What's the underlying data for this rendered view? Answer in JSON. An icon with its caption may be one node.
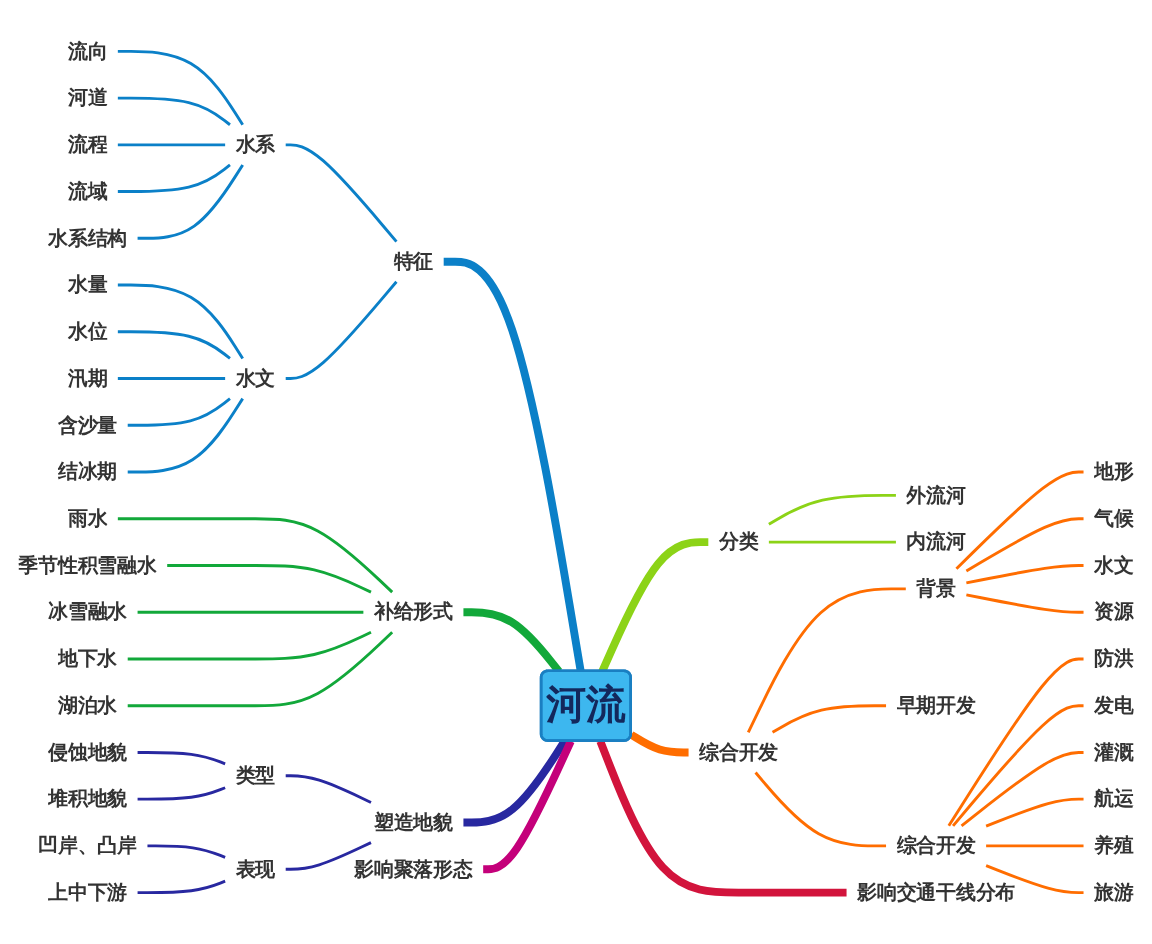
{
  "diagram": {
    "nodes": [
      {
        "text": [
          "河流"
        ]
      },
      {
        "text": [
          "特征"
        ]
      },
      {
        "text": [
          "水系"
        ]
      },
      {
        "text": [
          "流向"
        ]
      },
      {
        "text": [
          "河道"
        ]
      },
      {
        "text": [
          "流程"
        ]
      },
      {
        "text": [
          "流域"
        ]
      },
      {
        "text": [
          "水系结构"
        ]
      },
      {
        "text": [
          "水文"
        ]
      },
      {
        "text": [
          "水量"
        ]
      },
      {
        "text": [
          "水位"
        ]
      },
      {
        "text": [
          "汛期"
        ]
      },
      {
        "text": [
          "含沙量"
        ]
      },
      {
        "text": [
          "结冰期"
        ]
      },
      {
        "text": [
          "分类"
        ]
      },
      {
        "text": [
          "外流河"
        ]
      },
      {
        "text": [
          "内流河"
        ]
      },
      {
        "text": [
          "综合开发"
        ]
      },
      {
        "text": [
          "背景"
        ]
      },
      {
        "text": [
          "地形"
        ]
      },
      {
        "text": [
          "气候"
        ]
      },
      {
        "text": [
          "水文"
        ]
      },
      {
        "text": [
          "资源"
        ]
      },
      {
        "text": [
          "早期开发"
        ]
      },
      {
        "text": [
          "综合开发"
        ]
      },
      {
        "text": [
          "防洪"
        ]
      },
      {
        "text": [
          "发电"
        ]
      },
      {
        "text": [
          "灌溉"
        ]
      },
      {
        "text": [
          "航运"
        ]
      },
      {
        "text": [
          "养殖"
        ]
      },
      {
        "text": [
          "旅游"
        ]
      },
      {
        "text": [
          "影响交通干线分布"
        ]
      },
      {
        "text": [
          "补给形式"
        ]
      },
      {
        "text": [
          "雨水"
        ]
      },
      {
        "text": [
          "季节性积雪融水"
        ]
      },
      {
        "text": [
          "冰雪融水"
        ]
      },
      {
        "text": [
          "地下水"
        ]
      },
      {
        "text": [
          "湖泊水"
        ]
      },
      {
        "text": [
          "塑造地貌"
        ]
      },
      {
        "text": [
          "类型"
        ]
      },
      {
        "text": [
          "侵蚀地貌"
        ]
      },
      {
        "text": [
          "堆积地貌"
        ]
      },
      {
        "text": [
          "表现"
        ]
      },
      {
        "text": [
          "凹岸、凸岸"
        ]
      },
      {
        "text": [
          "上中下游"
        ]
      },
      {
        "text": [
          "影响聚落形态"
        ]
      }
    ],
    "edges": [
      {
        "from": 1,
        "to": 0,
        "arrow": "none",
        "style": "thick",
        "color": "#0b80c8"
      },
      {
        "from": 2,
        "to": 1,
        "arrow": "none",
        "color": "#0b80c8"
      },
      {
        "from": 3,
        "to": 2,
        "arrow": "none",
        "color": "#0b80c8"
      },
      {
        "from": 4,
        "to": 2,
        "arrow": "none",
        "color": "#0b80c8"
      },
      {
        "from": 5,
        "to": 2,
        "arrow": "none",
        "color": "#0b80c8"
      },
      {
        "from": 6,
        "to": 2,
        "arrow": "none",
        "color": "#0b80c8"
      },
      {
        "from": 7,
        "to": 2,
        "arrow": "none",
        "color": "#0b80c8"
      },
      {
        "from": 8,
        "to": 1,
        "arrow": "none",
        "color": "#0b80c8"
      },
      {
        "from": 9,
        "to": 8,
        "arrow": "none",
        "color": "#0b80c8"
      },
      {
        "from": 10,
        "to": 8,
        "arrow": "none",
        "color": "#0b80c8"
      },
      {
        "from": 11,
        "to": 8,
        "arrow": "none",
        "color": "#0b80c8"
      },
      {
        "from": 12,
        "to": 8,
        "arrow": "none",
        "color": "#0b80c8"
      },
      {
        "from": 13,
        "to": 8,
        "arrow": "none",
        "color": "#0b80c8"
      },
      {
        "from": 0,
        "to": 14,
        "arrow": "none",
        "style": "thick",
        "color": "#8cd317"
      },
      {
        "from": 14,
        "to": 15,
        "arrow": "none",
        "color": "#8cd317"
      },
      {
        "from": 14,
        "to": 16,
        "arrow": "none",
        "color": "#8cd317"
      },
      {
        "from": 0,
        "to": 17,
        "arrow": "none",
        "style": "thick",
        "color": "#ff6d00"
      },
      {
        "from": 17,
        "to": 18,
        "arrow": "none",
        "color": "#ff6d00"
      },
      {
        "from": 18,
        "to": 19,
        "arrow": "none",
        "color": "#ff6d00"
      },
      {
        "from": 18,
        "to": 20,
        "arrow": "none",
        "color": "#ff6d00"
      },
      {
        "from": 18,
        "to": 21,
        "arrow": "none",
        "color": "#ff6d00"
      },
      {
        "from": 18,
        "to": 22,
        "arrow": "none",
        "color": "#ff6d00"
      },
      {
        "from": 17,
        "to": 23,
        "arrow": "none",
        "color": "#ff6d00"
      },
      {
        "from": 17,
        "to": 24,
        "arrow": "none",
        "color": "#ff6d00"
      },
      {
        "from": 24,
        "to": 25,
        "arrow": "none",
        "color": "#ff6d00"
      },
      {
        "from": 24,
        "to": 26,
        "arrow": "none",
        "color": "#ff6d00"
      },
      {
        "from": 24,
        "to": 27,
        "arrow": "none",
        "color": "#ff6d00"
      },
      {
        "from": 24,
        "to": 28,
        "arrow": "none",
        "color": "#ff6d00"
      },
      {
        "from": 24,
        "to": 29,
        "arrow": "none",
        "color": "#ff6d00"
      },
      {
        "from": 24,
        "to": 30,
        "arrow": "none",
        "color": "#ff6d00"
      },
      {
        "from": 0,
        "to": 31,
        "arrow": "none",
        "style": "thick",
        "color": "#d2143c"
      },
      {
        "from": 32,
        "to": 0,
        "arrow": "none",
        "style": "thick",
        "color": "#12a83a"
      },
      {
        "from": 33,
        "to": 32,
        "arrow": "none",
        "color": "#12a83a"
      },
      {
        "from": 34,
        "to": 32,
        "arrow": "none",
        "color": "#12a83a"
      },
      {
        "from": 35,
        "to": 32,
        "arrow": "none",
        "color": "#12a83a"
      },
      {
        "from": 36,
        "to": 32,
        "arrow": "none",
        "color": "#12a83a"
      },
      {
        "from": 37,
        "to": 32,
        "arrow": "none",
        "color": "#12a83a"
      },
      {
        "from": 38,
        "to": 0,
        "arrow": "none",
        "style": "thick",
        "color": "#2828a0"
      },
      {
        "from": 39,
        "to": 38,
        "arrow": "none",
        "color": "#2828a0"
      },
      {
        "from": 40,
        "to": 39,
        "arrow": "none",
        "color": "#2828a0"
      },
      {
        "from": 41,
        "to": 39,
        "arrow": "none",
        "color": "#2828a0"
      },
      {
        "from": 42,
        "to": 38,
        "arrow": "none",
        "color": "#2828a0"
      },
      {
        "from": 43,
        "to": 42,
        "arrow": "none",
        "color": "#2828a0"
      },
      {
        "from": 44,
        "to": 42,
        "arrow": "none",
        "color": "#2828a0"
      },
      {
        "from": 45,
        "to": 0,
        "arrow": "none",
        "style": "thick",
        "color": "#c4007a"
      }
    ]
  }
}
